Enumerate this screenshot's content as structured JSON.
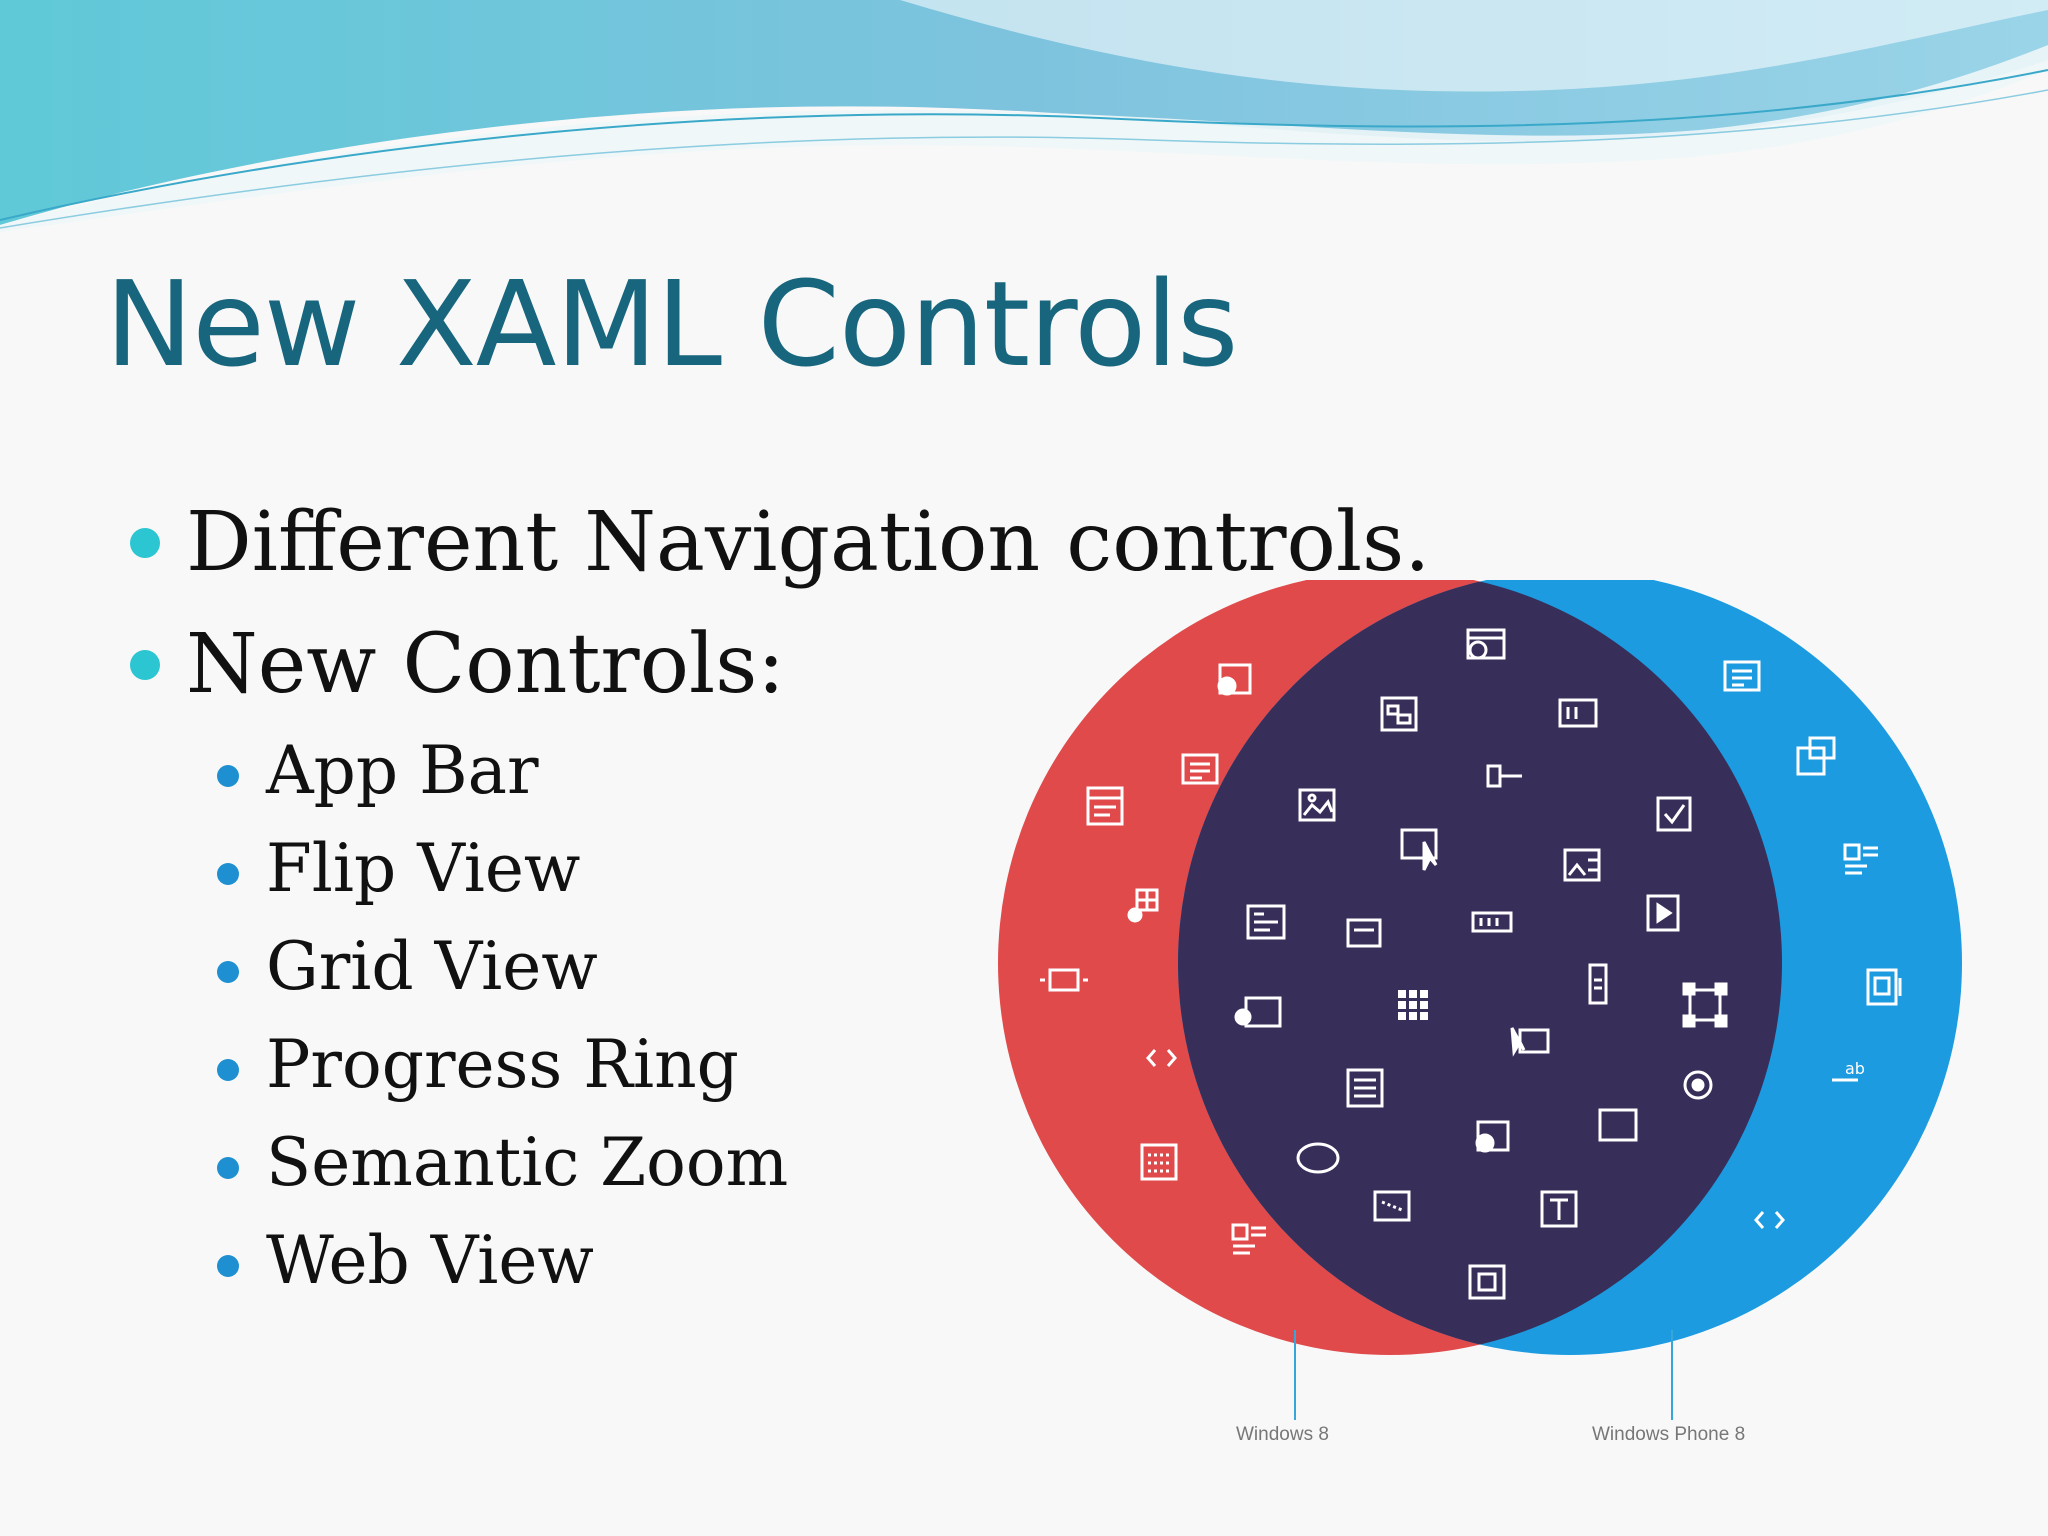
{
  "title": "New XAML Controls",
  "bullets": [
    "Different Navigation controls.",
    "New Controls:"
  ],
  "sub_bullets": [
    "App Bar",
    "Flip View",
    "Grid View",
    "Progress Ring",
    "Semantic Zoom",
    "Web View"
  ],
  "venn": {
    "left_label": "Windows 8",
    "right_label": "Windows Phone 8",
    "colors": {
      "left": "#e04a4b",
      "right": "#1c9be0",
      "overlap": "#372e5a",
      "title": "#17667e"
    }
  }
}
